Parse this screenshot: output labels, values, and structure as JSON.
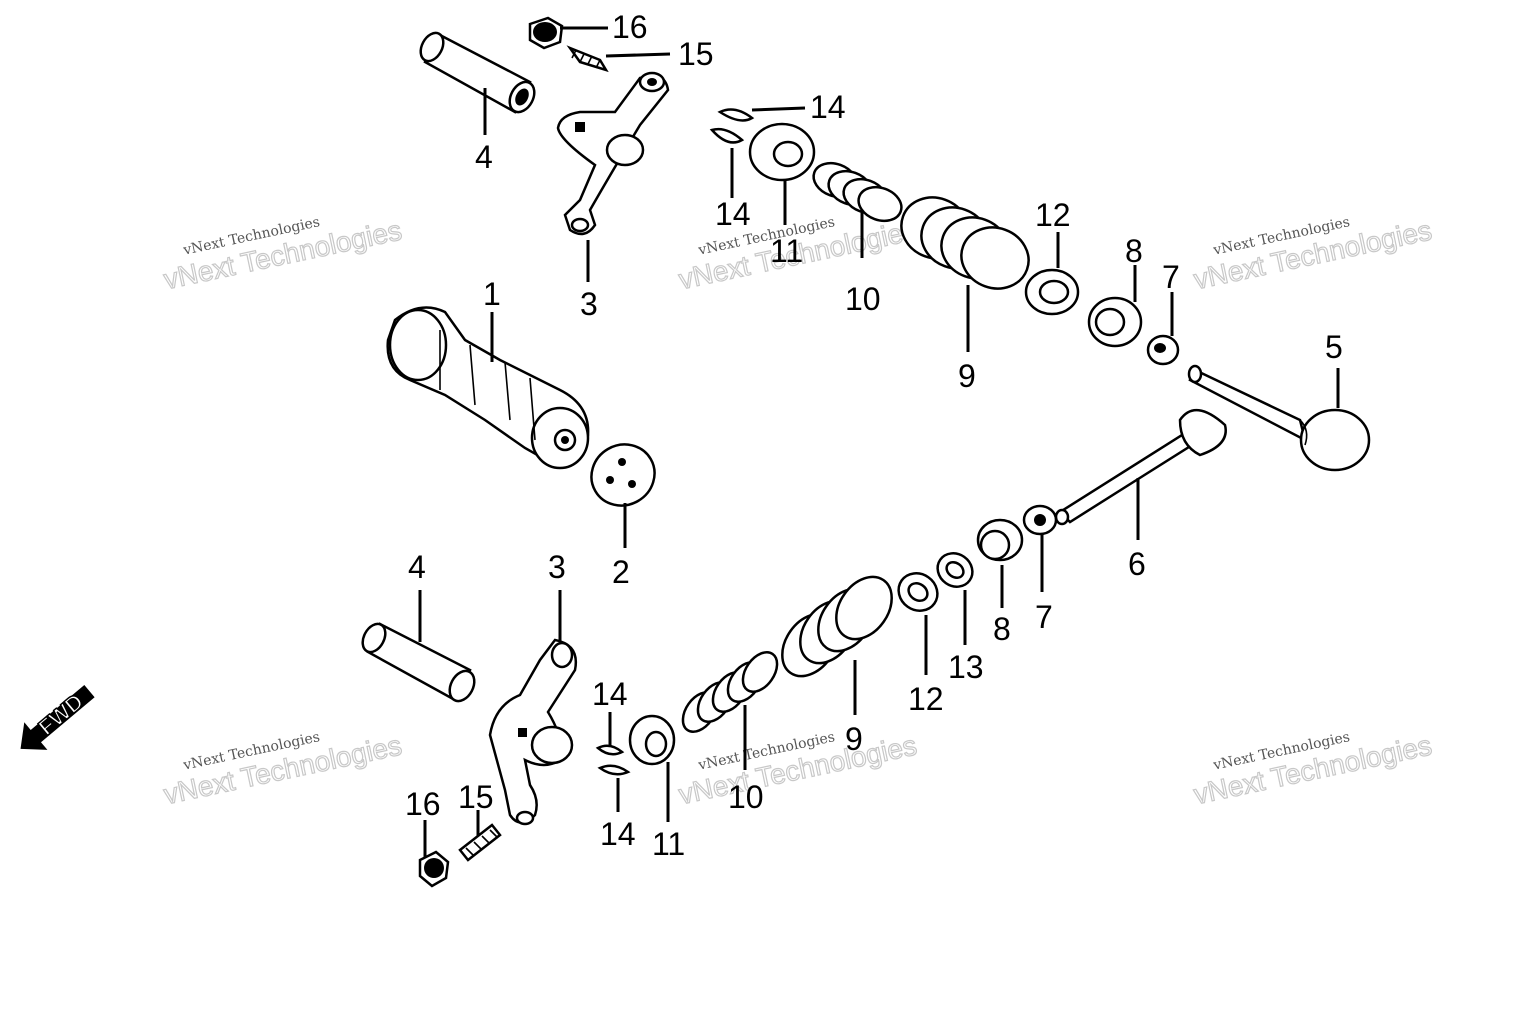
{
  "watermark": {
    "big": "vNext Technologies",
    "small": "vNext Technologies"
  },
  "fwd_label": "FWD",
  "callouts": {
    "c16_top": "16",
    "c15_top": "15",
    "c4_top": "4",
    "c3_top": "3",
    "c14_a": "14",
    "c14_b": "14",
    "c11_top": "11",
    "c10_top": "10",
    "c9_top": "9",
    "c12_top": "12",
    "c8_top": "8",
    "c7_top": "7",
    "c1": "1",
    "c2": "2",
    "c5": "5",
    "c6": "6",
    "c4_bot": "4",
    "c3_bot": "3",
    "c9_bot": "9",
    "c12_bot": "12",
    "c13": "13",
    "c8_bot": "8",
    "c7_bot": "7",
    "c10_bot": "10",
    "c14_c": "14",
    "c14_d": "14",
    "c11_bot": "11",
    "c16_bot": "16",
    "c15_bot": "15"
  }
}
